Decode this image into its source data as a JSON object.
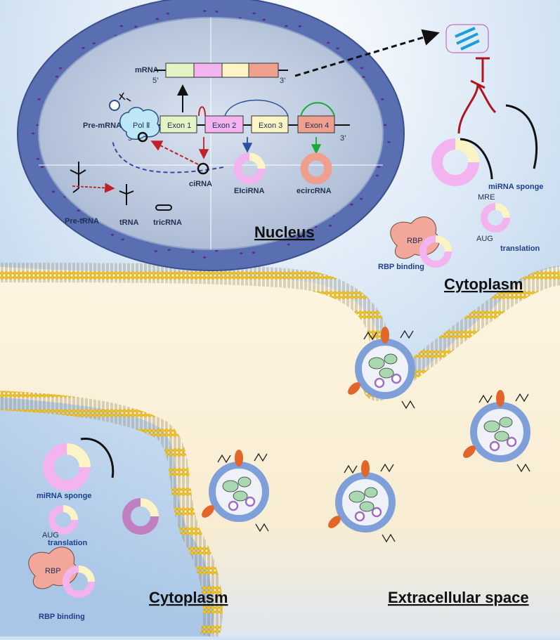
{
  "nucleus": {
    "region_label": "Nucleus",
    "mrna": {
      "label": "mRNA",
      "five_prime": "5’",
      "three_prime": "3’"
    },
    "pre_mrna": {
      "label": "Pre-mRNA",
      "five_prime": "5’",
      "three_prime": "3’",
      "polymerase": "Pol Ⅱ",
      "exons": [
        "Exon 1",
        "Exon 2",
        "Exon 3",
        "Exon 4"
      ]
    },
    "circ_types": {
      "cirna": "ciRNA",
      "elcirna": "EIciRNA",
      "ecircrna": "ecircRNA"
    },
    "trna": {
      "pre": "Pre-tRNA",
      "trna": "tRNA",
      "tricrna": "tricRNA"
    }
  },
  "cytoplasm_upper": {
    "region_label": "Cytoplasm",
    "mre": "MRE",
    "mirna_sponge": "miRNA sponge",
    "aug": "AUG",
    "translation": "translation",
    "rbp": "RBP",
    "rbp_binding": "RBP binding"
  },
  "cytoplasm_lower": {
    "region_label": "Cytoplasm",
    "mirna_sponge": "miRNA sponge",
    "aug": "AUG",
    "translation": "translation",
    "rbp": "RBP",
    "rbp_binding": "RBP binding"
  },
  "extracellular": {
    "region_label": "Extracellular space"
  },
  "colors": {
    "nucleus_envelope": "#5b70b4",
    "nucleoplasm": "#b9c7dd",
    "cytoplasm": "#c8dcf0",
    "extracellular": "#fbf1d8",
    "membrane_head": "#f2c31c",
    "exon1": "#e3f3c6",
    "exon2": "#f3b3ef",
    "exon3": "#fbf4c4",
    "exon4": "#ee9f8d",
    "arrow_red": "#c0202a",
    "arrow_blue": "#2f4f9c",
    "arrow_green": "#1aaa3a",
    "vesicle": "#7f9fd8",
    "rbp": "#f3a79b"
  }
}
